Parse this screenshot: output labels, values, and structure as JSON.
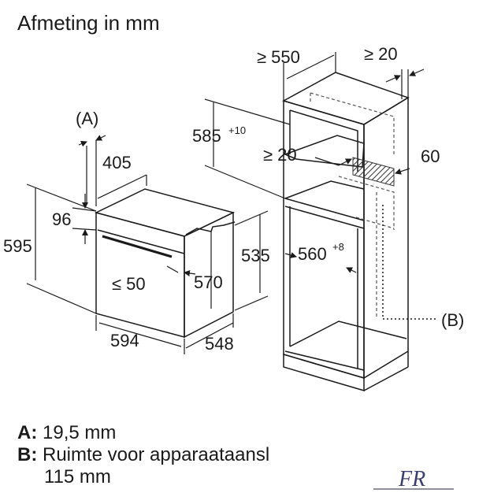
{
  "title": "Afmeting in mm",
  "dimensions": {
    "A": "(A)",
    "d405": "405",
    "d96": "96",
    "d595": "595",
    "d535": "535",
    "le50": "≤ 50",
    "d570": "570",
    "d594": "594",
    "d548": "548",
    "ge550": "≥ 550",
    "ge20_top": "≥ 20",
    "d585": "585",
    "d585_tol": "+10",
    "ge20_mid": "≥ 20",
    "d60": "60",
    "d560": "560",
    "d560_tol": "+8",
    "B": "(B)"
  },
  "legend": {
    "a_key": "A:",
    "a_text": " 19,5 mm",
    "b_key": "B:",
    "b_text": " Ruimte voor apparaataansl",
    "b_text2": "115 mm"
  },
  "logo_text": "FR",
  "colors": {
    "line": "#1a1a1a",
    "dashed": "#555555",
    "hatch": "#333333"
  }
}
